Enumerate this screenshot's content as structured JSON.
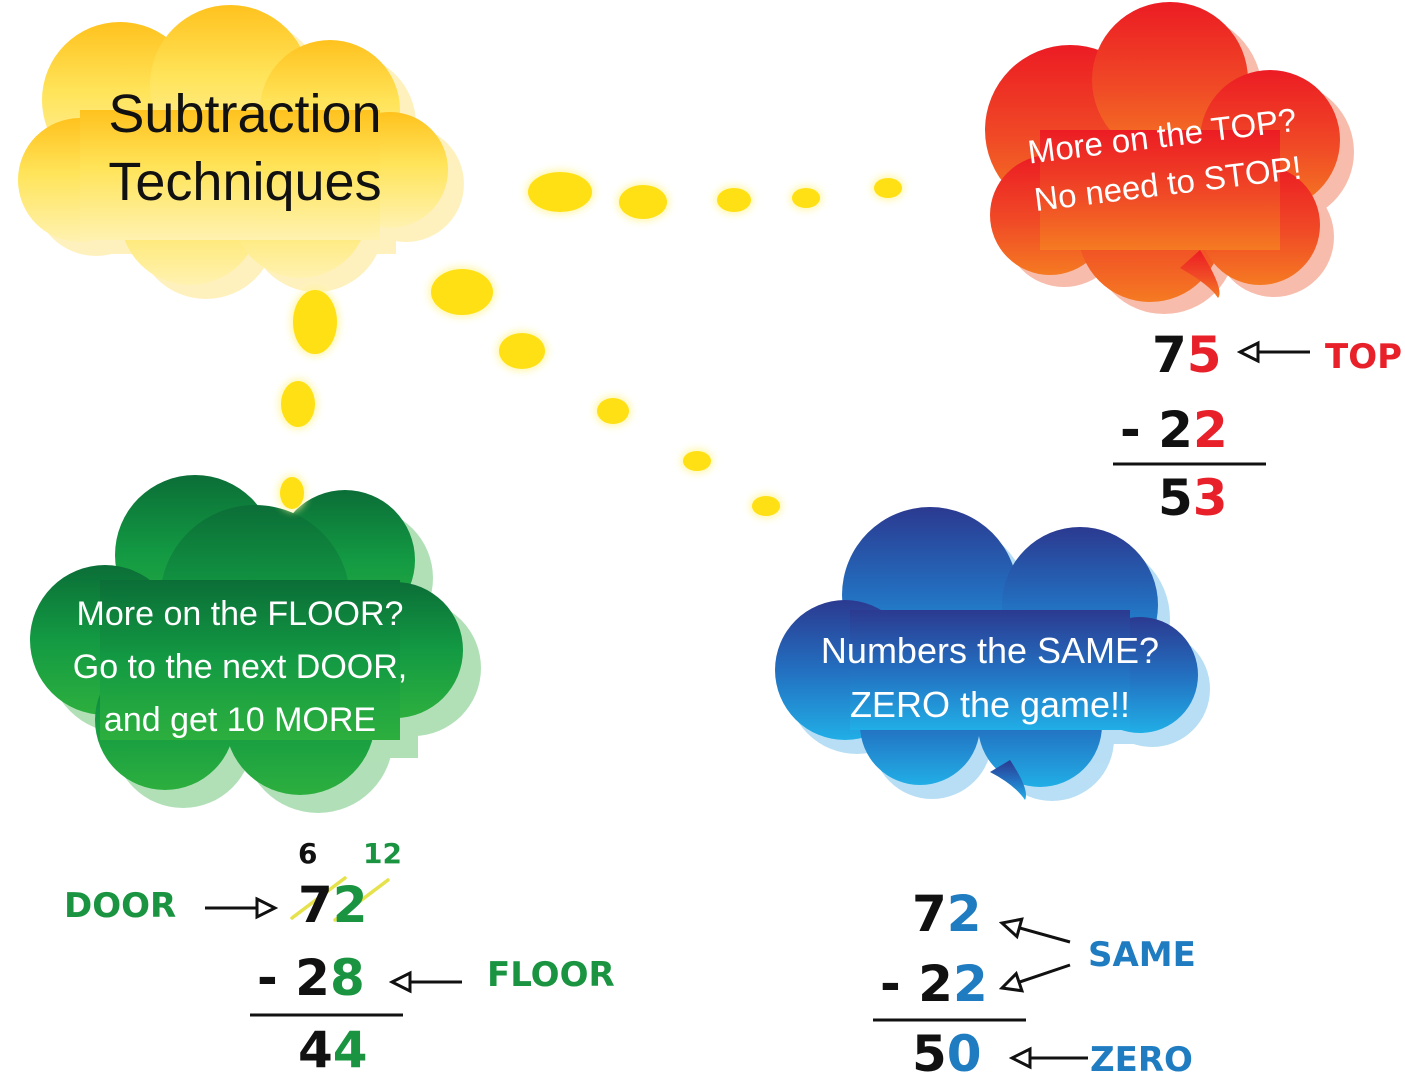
{
  "title": {
    "line1": "Subtraction",
    "line2": "Techniques"
  },
  "clouds": {
    "top": {
      "line1": "More on the TOP?",
      "line2": "No need to STOP!"
    },
    "floor": {
      "line1": "More on the FLOOR?",
      "line2": "Go to the next DOOR,",
      "line3": "and get 10 MORE"
    },
    "same": {
      "line1": "Numbers the SAME?",
      "line2": "ZERO the game!!"
    }
  },
  "examples": {
    "top": {
      "top_tens": "7",
      "top_ones": "5",
      "bottom_minus": "- ",
      "bottom_tens": "2",
      "bottom_ones": "2",
      "result_tens": "5",
      "result_ones": "3",
      "label": "TOP"
    },
    "floor": {
      "regroup_tens": "6",
      "regroup_ones": "12",
      "top_tens": "7",
      "top_ones": "2",
      "bottom_minus": "- ",
      "bottom_tens": "2",
      "bottom_ones": "8",
      "result_tens": "4",
      "result_ones": "4",
      "label_door": "DOOR",
      "label_floor": "FLOOR"
    },
    "same": {
      "top_tens": "7",
      "top_ones": "2",
      "bottom_minus": "- ",
      "bottom_tens": "2",
      "bottom_ones": "2",
      "result_tens": "5",
      "result_ones": "0",
      "label_same": "SAME",
      "label_zero": "ZERO"
    }
  },
  "colors": {
    "title_cloud": "#FFE14A",
    "top_cloud": "#EE2B24",
    "floor_cloud": "#17963F",
    "same_cloud": "#2B55B0",
    "dots": "#FFE015",
    "accent_red": "#E8202A",
    "accent_green": "#1A9441",
    "accent_blue": "#1F7CC1",
    "dark": "#111111"
  }
}
